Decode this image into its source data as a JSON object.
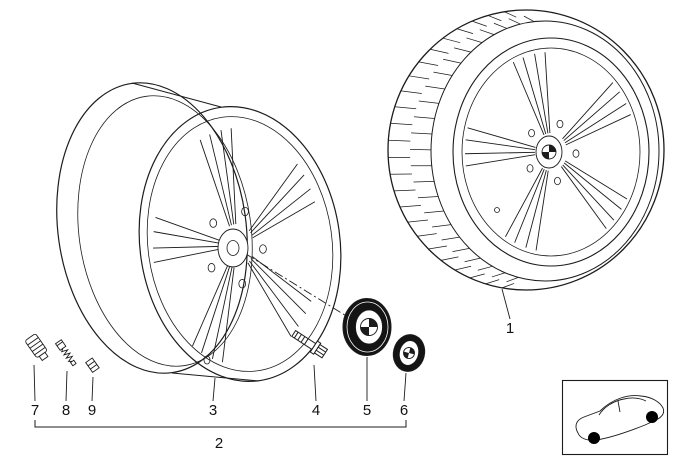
{
  "diagram": {
    "description_colors": {
      "background": "#ffffff",
      "line": "#1c1c1c",
      "cap_fill": "#141414",
      "label_text": "#111111"
    },
    "labels": {
      "l1": "1",
      "l2": "2",
      "l3": "3",
      "l4": "4",
      "l5": "5",
      "l6": "6",
      "l7": "7",
      "l8": "8",
      "l9": "9"
    }
  }
}
